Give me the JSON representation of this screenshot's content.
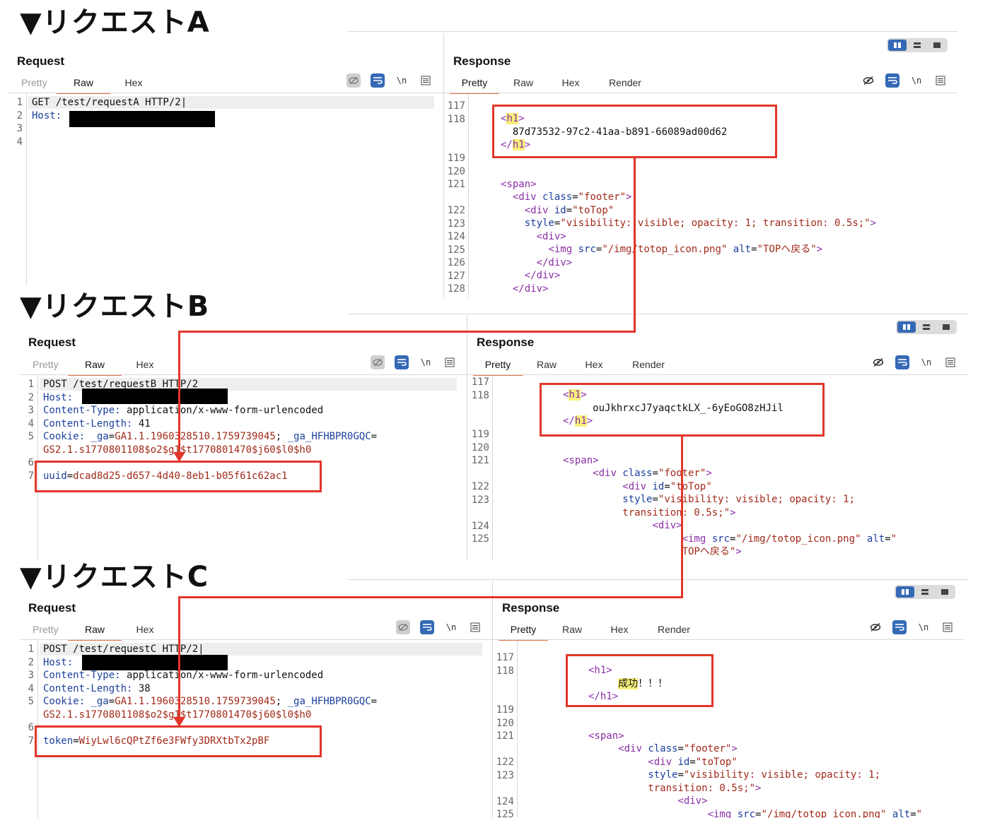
{
  "sections": {
    "a": {
      "title": "▼リクエストA"
    },
    "b": {
      "title": "▼リクエストB"
    },
    "c": {
      "title": "▼リクエストC"
    }
  },
  "labels": {
    "request": "Request",
    "response": "Response",
    "tab_pretty": "Pretty",
    "tab_raw": "Raw",
    "tab_hex": "Hex",
    "tab_render": "Render",
    "newline_toggle": "\\n"
  },
  "request_a": {
    "line1": "GET /test/requestA HTTP/2",
    "host_key": "Host:"
  },
  "response_a": {
    "h1_value": "87d73532-97c2-41aa-b891-66089ad00d62",
    "style_value": "\"visibility: visible; opacity: 1; transition: 0.5s;\"",
    "img_src": "\"/img/totop_icon.png\"",
    "img_alt": "\"TOPへ戻る\""
  },
  "request_b": {
    "line1": "POST /test/requestB HTTP/2",
    "content_type": "application/x-www-form-urlencoded",
    "content_length": "41",
    "cookie_1": "GA1.1.1960328510.1759739045",
    "cookie_2_val": "GS2.1.s1770801108$o2$g1$t1770801470$j60$l0$h0",
    "body_key": "uuid",
    "body_value": "dcad8d25-d657-4d40-8eb1-b05f61c62ac1"
  },
  "response_b": {
    "h1_value": "ouJkhrxcJ7yaqctkLX_-6yEoGO8zHJil"
  },
  "request_c": {
    "line1": "POST /test/requestC HTTP/2",
    "content_length": "38",
    "body_key": "token",
    "body_value": "WiyLwl6cQPtZf6e3FWfy3DRXtbTx2pBF"
  },
  "response_c": {
    "h1_value": "成功",
    "h1_suffix": "！！！"
  },
  "colors": {
    "accent": "#3569b5",
    "tab_underline": "#e8734a",
    "highlight_box": "#e2362a",
    "tag_highlight": "#f7ef7a"
  }
}
